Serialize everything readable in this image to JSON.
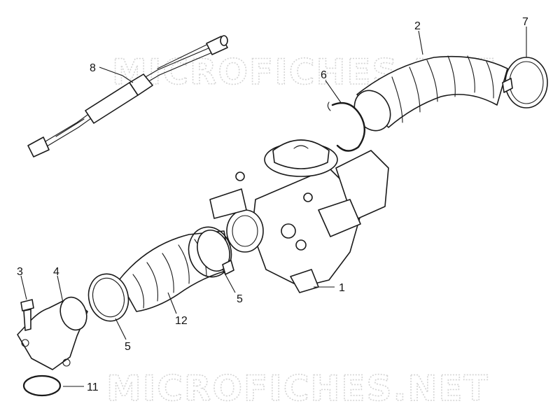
{
  "watermark": {
    "text": "MICROFICHES.NET",
    "color": "#d4d4d4"
  },
  "callouts": [
    {
      "id": "c1",
      "number": "1"
    },
    {
      "id": "c2",
      "number": "2"
    },
    {
      "id": "c3",
      "number": "3"
    },
    {
      "id": "c4",
      "number": "4"
    },
    {
      "id": "c5a",
      "number": "5"
    },
    {
      "id": "c5b",
      "number": "5"
    },
    {
      "id": "c6",
      "number": "6"
    },
    {
      "id": "c7",
      "number": "7"
    },
    {
      "id": "c8",
      "number": "8"
    },
    {
      "id": "c11",
      "number": "11"
    },
    {
      "id": "c12",
      "number": "12"
    }
  ]
}
